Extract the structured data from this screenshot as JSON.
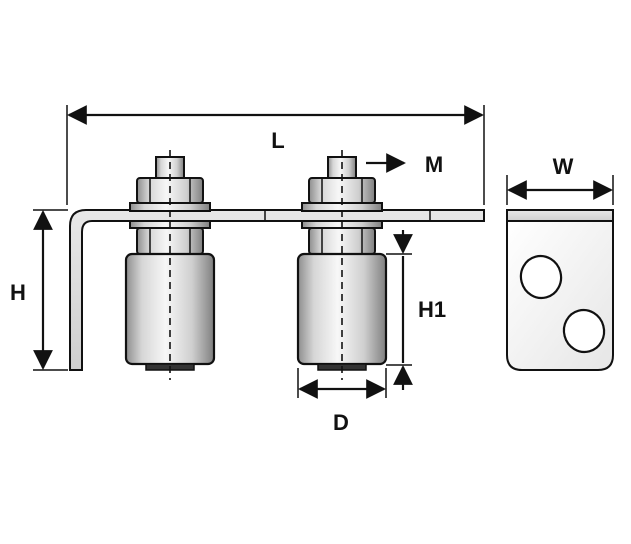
{
  "labels": {
    "L": "L",
    "M": "M",
    "W": "W",
    "H": "H",
    "H1": "H1",
    "D": "D"
  },
  "colors": {
    "outline": "#111111",
    "metal_light": "#f4f4f4",
    "metal_dark": "#a9a9a9",
    "background": "#ffffff"
  }
}
